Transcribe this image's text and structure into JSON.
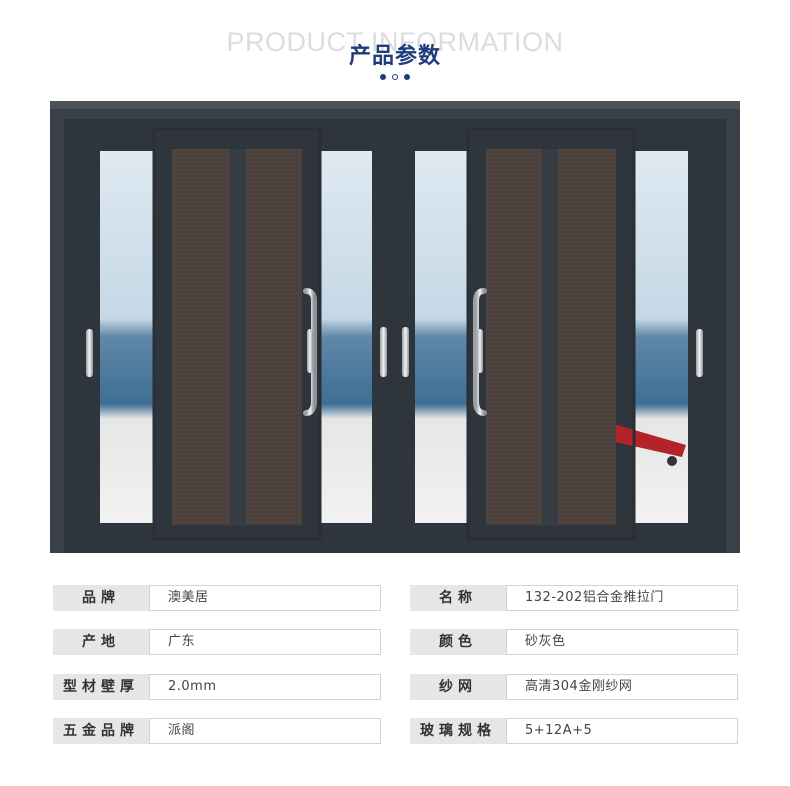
{
  "header": {
    "bg_title": "PRODUCT INFORMATION",
    "title": "产品参数"
  },
  "specs": [
    {
      "label": "品牌",
      "value": "澳美居"
    },
    {
      "label": "名称",
      "value": "132-202铝合金推拉门"
    },
    {
      "label": "产地",
      "value": "广东"
    },
    {
      "label": "颜色",
      "value": "砂灰色"
    },
    {
      "label": "型材壁厚",
      "value": "2.0mm"
    },
    {
      "label": "纱网",
      "value": "高清304金刚纱网"
    },
    {
      "label": "五金品牌",
      "value": "派阁"
    },
    {
      "label": "玻璃规格",
      "value": "5+12A+5"
    }
  ],
  "colors": {
    "accent": "#1f3c7a",
    "frame": "#3a4048",
    "label_bg": "#e6e6e6"
  }
}
